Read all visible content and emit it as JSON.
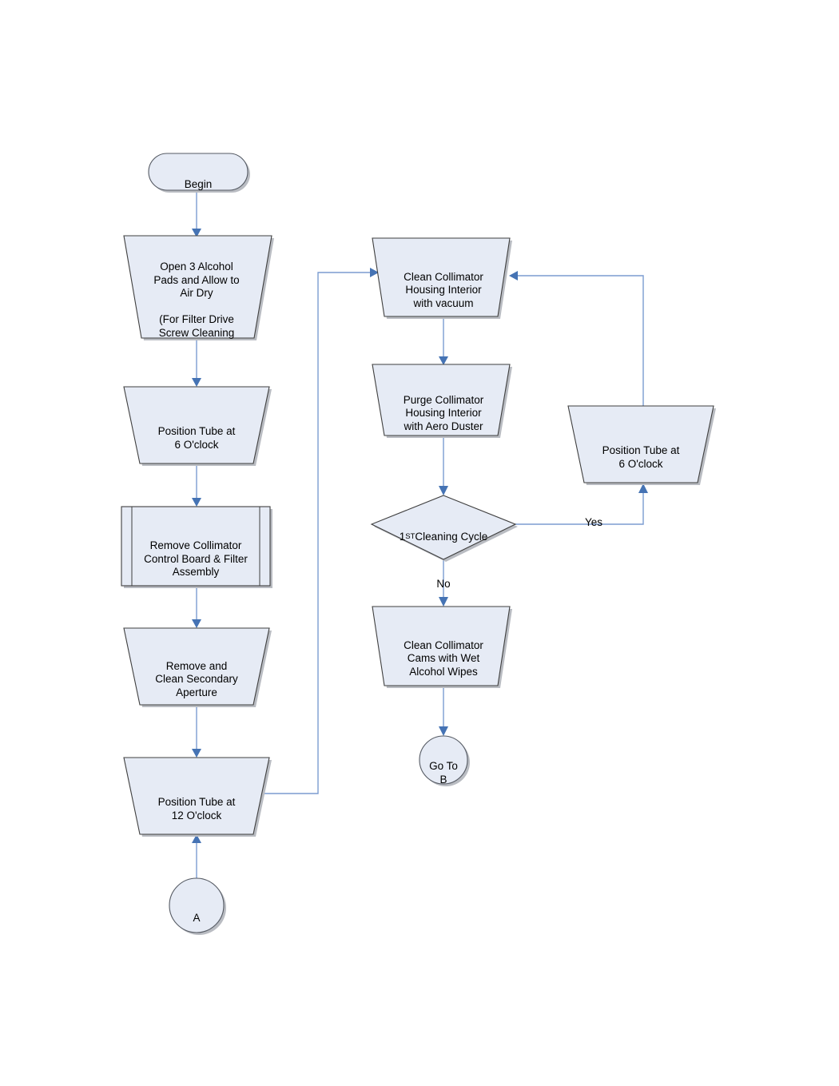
{
  "diagram": {
    "title": "Collimator Cleaning Procedure Flowchart",
    "colors": {
      "shape_fill": "#e6ebf5",
      "shape_stroke": "#3f3f3f",
      "connector_line": "#7b9cd1",
      "connector_arrow": "#4573b4",
      "background": "#ffffff",
      "text": "#000000"
    },
    "nodes": [
      {
        "id": "begin",
        "shape": "terminator",
        "label": "Begin"
      },
      {
        "id": "open-pads",
        "shape": "manual-operation",
        "label": "Open 3 Alcohol\nPads and Allow to\nAir Dry\n\n(For Filter Drive\nScrew Cleaning"
      },
      {
        "id": "position-6a",
        "shape": "manual-operation",
        "label": "Position Tube at\n6 O'clock"
      },
      {
        "id": "remove-board",
        "shape": "predefined-process",
        "label": "Remove Collimator\nControl Board & Filter\nAssembly"
      },
      {
        "id": "remove-aperture",
        "shape": "manual-operation",
        "label": "Remove and\nClean Secondary\nAperture"
      },
      {
        "id": "position-12",
        "shape": "manual-operation",
        "label": "Position Tube at\n12 O'clock"
      },
      {
        "id": "connector-a",
        "shape": "connector",
        "label": "A"
      },
      {
        "id": "clean-vacuum",
        "shape": "manual-operation",
        "label": "Clean Collimator\nHousing Interior\nwith vacuum"
      },
      {
        "id": "purge-duster",
        "shape": "manual-operation",
        "label": "Purge Collimator\nHousing Interior\nwith Aero Duster"
      },
      {
        "id": "decision-cycle",
        "shape": "decision",
        "label": "1ST Cleaning Cycle",
        "label_main": "1",
        "label_sup": "ST",
        "label_rest": " Cleaning Cycle"
      },
      {
        "id": "position-6b",
        "shape": "manual-operation",
        "label": "Position Tube at\n6 O'clock"
      },
      {
        "id": "clean-cams",
        "shape": "manual-operation",
        "label": "Clean Collimator\nCams with Wet\nAlcohol Wipes"
      },
      {
        "id": "goto-b",
        "shape": "connector",
        "label": "Go To\nB"
      }
    ],
    "edge_labels": [
      {
        "id": "yes-label",
        "text": "Yes",
        "from": "decision-cycle",
        "to": "position-6b"
      },
      {
        "id": "no-label",
        "text": "No",
        "from": "decision-cycle",
        "to": "clean-cams"
      }
    ],
    "edges": [
      {
        "from": "begin",
        "to": "open-pads"
      },
      {
        "from": "open-pads",
        "to": "position-6a"
      },
      {
        "from": "position-6a",
        "to": "remove-board"
      },
      {
        "from": "remove-board",
        "to": "remove-aperture"
      },
      {
        "from": "remove-aperture",
        "to": "position-12"
      },
      {
        "from": "connector-a",
        "to": "position-12"
      },
      {
        "from": "position-12",
        "to": "clean-vacuum"
      },
      {
        "from": "clean-vacuum",
        "to": "purge-duster"
      },
      {
        "from": "purge-duster",
        "to": "decision-cycle"
      },
      {
        "from": "decision-cycle",
        "to": "position-6b",
        "label": "Yes"
      },
      {
        "from": "position-6b",
        "to": "clean-vacuum"
      },
      {
        "from": "decision-cycle",
        "to": "clean-cams",
        "label": "No"
      },
      {
        "from": "clean-cams",
        "to": "goto-b"
      }
    ]
  }
}
